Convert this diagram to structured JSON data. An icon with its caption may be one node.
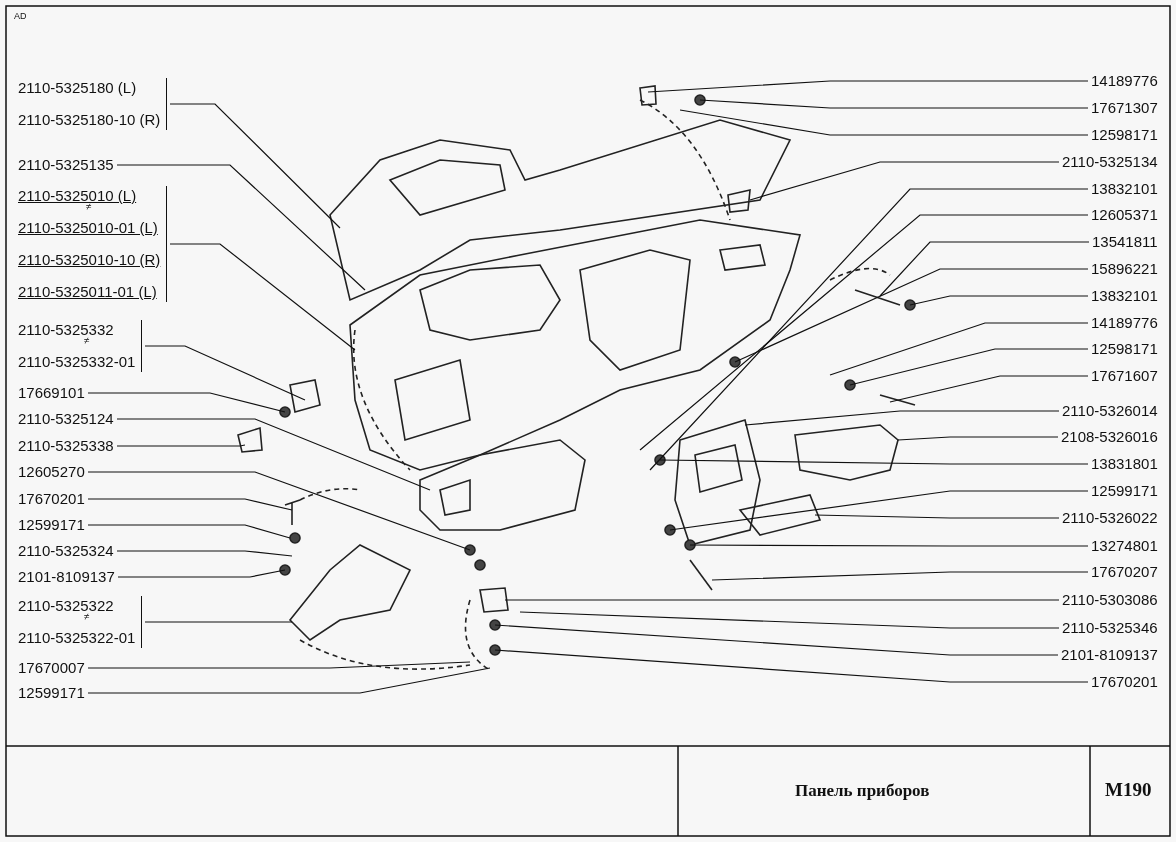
{
  "diagram": {
    "nodes": [
      {
        "text": [
          "2110-5325180 (L)",
          "2110-5325180-10 (R)"
        ]
      },
      {
        "text": [
          "2110-5325135"
        ]
      },
      {
        "text": [
          "2110-5325010 (L)",
          "2110-5325010-01 (L)",
          "2110-5325010-10 (R)",
          "2110-5325011-01 (L)"
        ]
      },
      {
        "text": [
          "2110-5325332",
          "2110-5325332-01"
        ]
      },
      {
        "text": [
          "17669101"
        ]
      },
      {
        "text": [
          "2110-5325124"
        ]
      },
      {
        "text": [
          "2110-5325338"
        ]
      },
      {
        "text": [
          "12605270"
        ]
      },
      {
        "text": [
          "17670201"
        ]
      },
      {
        "text": [
          "12599171"
        ]
      },
      {
        "text": [
          "2110-5325324"
        ]
      },
      {
        "text": [
          "2101-8109137"
        ]
      },
      {
        "text": [
          "2110-5325322",
          "2110-5325322-01"
        ]
      },
      {
        "text": [
          "17670007"
        ]
      },
      {
        "text": [
          "12599171"
        ]
      },
      {
        "text": [
          "14189776"
        ]
      },
      {
        "text": [
          "17671307"
        ]
      },
      {
        "text": [
          "12598171"
        ]
      },
      {
        "text": [
          "2110-5325134"
        ]
      },
      {
        "text": [
          "13832101"
        ]
      },
      {
        "text": [
          "12605371"
        ]
      },
      {
        "text": [
          "13541811"
        ]
      },
      {
        "text": [
          "15896221"
        ]
      },
      {
        "text": [
          "13832101"
        ]
      },
      {
        "text": [
          "14189776"
        ]
      },
      {
        "text": [
          "12598171"
        ]
      },
      {
        "text": [
          "17671607"
        ]
      },
      {
        "text": [
          "2110-5326014"
        ]
      },
      {
        "text": [
          "2108-5326016"
        ]
      },
      {
        "text": [
          "13831801"
        ]
      },
      {
        "text": [
          "12599171"
        ]
      },
      {
        "text": [
          "2110-5326022"
        ]
      },
      {
        "text": [
          "13274801"
        ]
      },
      {
        "text": [
          "17670207"
        ]
      },
      {
        "text": [
          "2110-5303086"
        ]
      },
      {
        "text": [
          "2110-5325346"
        ]
      },
      {
        "text": [
          "2101-8109137"
        ]
      },
      {
        "text": [
          "17670201"
        ]
      }
    ],
    "edges": [
      {
        "from": 0,
        "to": null,
        "arrow": "none"
      },
      {
        "from": 1,
        "to": null,
        "arrow": "none"
      },
      {
        "from": 2,
        "to": null,
        "arrow": "none"
      },
      {
        "from": 3,
        "to": null,
        "arrow": "none"
      },
      {
        "from": 4,
        "to": null,
        "arrow": "none"
      },
      {
        "from": 5,
        "to": null,
        "arrow": "none"
      },
      {
        "from": 6,
        "to": null,
        "arrow": "none"
      },
      {
        "from": 7,
        "to": null,
        "arrow": "none"
      },
      {
        "from": 8,
        "to": null,
        "arrow": "none"
      },
      {
        "from": 9,
        "to": null,
        "arrow": "none"
      },
      {
        "from": 10,
        "to": null,
        "arrow": "none"
      },
      {
        "from": 11,
        "to": null,
        "arrow": "none"
      },
      {
        "from": 12,
        "to": null,
        "arrow": "none"
      },
      {
        "from": 13,
        "to": null,
        "arrow": "none"
      },
      {
        "from": 14,
        "to": null,
        "arrow": "none"
      },
      {
        "from": 15,
        "to": null,
        "arrow": "none"
      },
      {
        "from": 16,
        "to": null,
        "arrow": "none"
      },
      {
        "from": 17,
        "to": null,
        "arrow": "none"
      },
      {
        "from": 18,
        "to": null,
        "arrow": "none"
      },
      {
        "from": 19,
        "to": null,
        "arrow": "none"
      },
      {
        "from": 20,
        "to": null,
        "arrow": "none"
      },
      {
        "from": 21,
        "to": null,
        "arrow": "none"
      },
      {
        "from": 22,
        "to": null,
        "arrow": "none"
      },
      {
        "from": 23,
        "to": null,
        "arrow": "none"
      },
      {
        "from": 24,
        "to": null,
        "arrow": "none"
      },
      {
        "from": 25,
        "to": null,
        "arrow": "none"
      },
      {
        "from": 26,
        "to": null,
        "arrow": "none"
      },
      {
        "from": 27,
        "to": null,
        "arrow": "none"
      },
      {
        "from": 28,
        "to": null,
        "arrow": "none"
      },
      {
        "from": 29,
        "to": null,
        "arrow": "none"
      },
      {
        "from": 30,
        "to": null,
        "arrow": "none"
      },
      {
        "from": 31,
        "to": null,
        "arrow": "none"
      },
      {
        "from": 32,
        "to": null,
        "arrow": "none"
      },
      {
        "from": 33,
        "to": null,
        "arrow": "none"
      },
      {
        "from": 34,
        "to": null,
        "arrow": "none"
      },
      {
        "from": 35,
        "to": null,
        "arrow": "none"
      },
      {
        "from": 36,
        "to": null,
        "arrow": "none"
      },
      {
        "from": 37,
        "to": null,
        "arrow": "none"
      }
    ],
    "labels": [
      "AD",
      "≠",
      "≠",
      "≠",
      "Панель приборов",
      "M190"
    ]
  }
}
